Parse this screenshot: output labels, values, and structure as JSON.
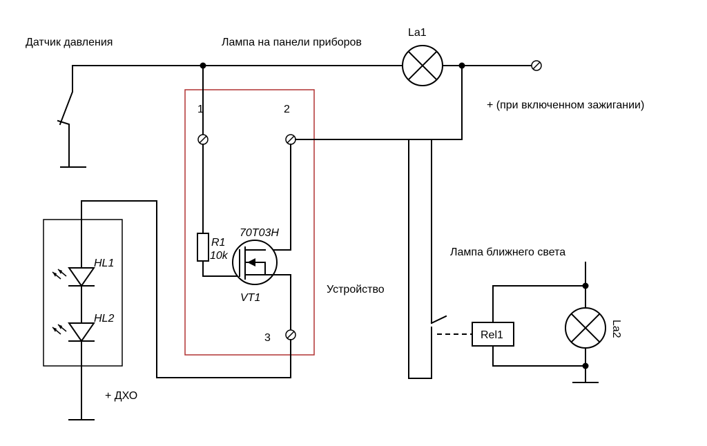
{
  "labels": {
    "pressure_sensor": "Датчик давления",
    "panel_lamp": "Лампа на панели приборов",
    "la1": "La1",
    "ignition_plus": "+ (при включенном зажигании)",
    "device": "Устройство",
    "low_beam_lamp": "Лампа ближнего света",
    "la2": "La2",
    "rel1": "Rel1",
    "drl_plus": "+ ДХО",
    "pin1": "1",
    "pin2": "2",
    "pin3": "3",
    "r1": "R1",
    "r1_value": "10k",
    "transistor_model": "70T03H",
    "vt1": "VT1",
    "hl1": "HL1",
    "hl2": "HL2"
  },
  "colors": {
    "wire": "#000000",
    "device_frame": "#b03030",
    "background": "#ffffff"
  }
}
